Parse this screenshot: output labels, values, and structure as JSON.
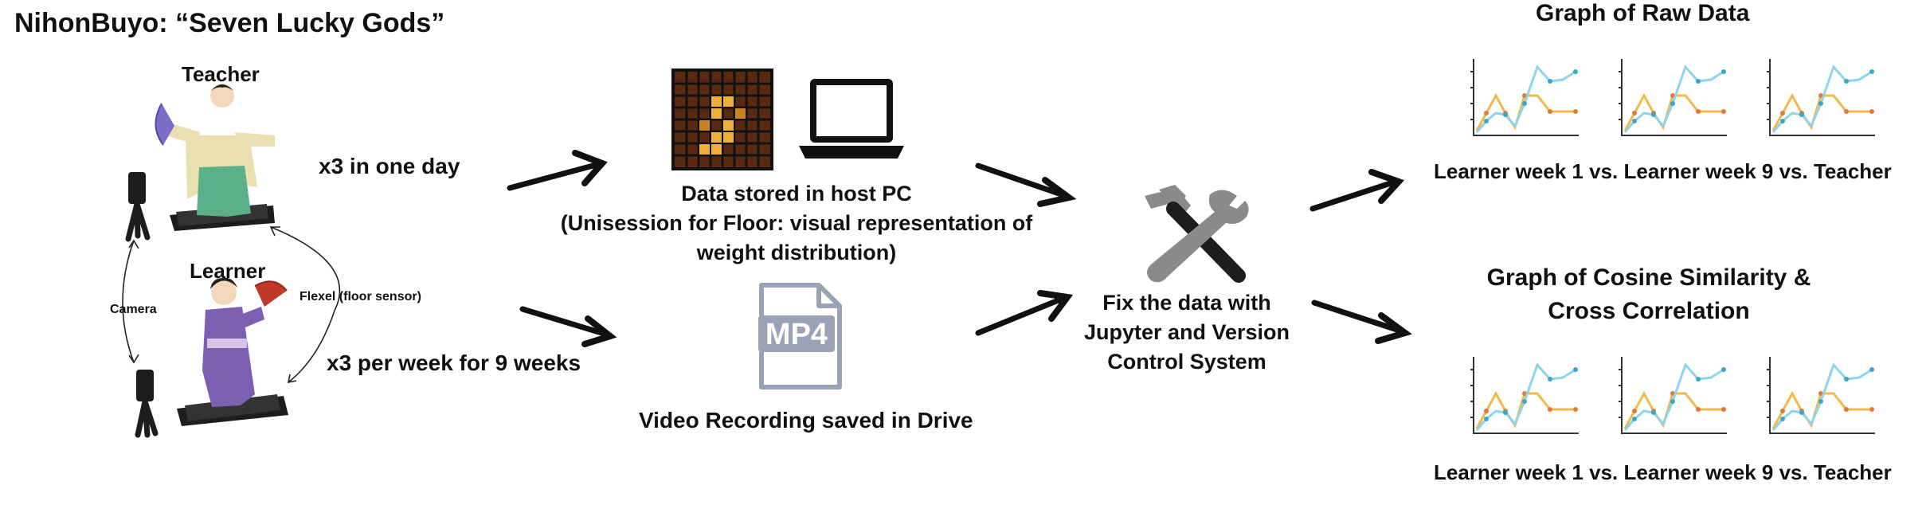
{
  "title": "NihonBuyo: “Seven Lucky Gods”",
  "left": {
    "teacher_label": "Teacher",
    "learner_label": "Learner",
    "camera_label": "Camera",
    "flexel_label": "Flexel (floor sensor)"
  },
  "middle": {
    "teacher_sessions": "x3 in one day",
    "learner_sessions": "x3 per week for 9 weeks",
    "data_stored": [
      "Data stored in host PC",
      "(Unisession for Floor: visual representation of",
      "weight distribution)"
    ],
    "video_badge": "MP4",
    "video_label": "Video Recording saved in Drive"
  },
  "processing": {
    "label": [
      "Fix the data with",
      "Jupyter and Version",
      "Control System"
    ]
  },
  "right": {
    "raw_title": "Graph of Raw Data",
    "raw_caption": "Learner week 1 vs. Learner week 9 vs. Teacher",
    "cos_title": [
      "Graph of Cosine Similarity &",
      "Cross Correlation"
    ],
    "cos_caption": "Learner week 1 vs. Learner week 9 vs. Teacher"
  },
  "colors": {
    "orange_series": "#f2b84b",
    "blue_series": "#8fd3ec",
    "teacher_robe": "#e9dfb0",
    "teacher_hakama": "#5bb08a",
    "learner_kimono": "#7c5fb0",
    "fan_red": "#c0392b",
    "fan_purple": "#7b6ec7",
    "mat": "#1d1d1d",
    "floor_grid": "#5a2a10",
    "floor_hot": "#f0b13a",
    "mp4_gray": "#9aa3b5",
    "tool_gray": "#8a8a8a"
  },
  "icons": [
    "dancer-teacher-icon",
    "dancer-learner-icon",
    "camera-icon",
    "floor-sensor-grid-icon",
    "laptop-icon",
    "mp4-file-icon",
    "wrench-hammer-icon",
    "arrow-icon"
  ]
}
